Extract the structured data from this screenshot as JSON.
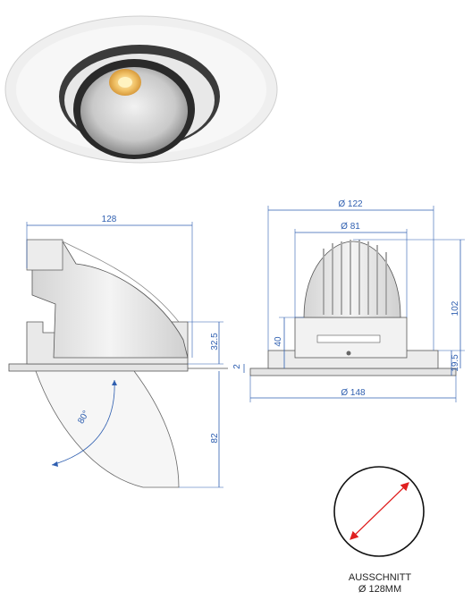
{
  "dimensions": {
    "width_left": "128",
    "height_above_ceiling": "32.5",
    "flange_thickness": "2",
    "recess_depth": "82",
    "tilt_angle": "80°",
    "outer_diameter": "Ø 122",
    "inner_diameter": "Ø 81",
    "total_height": "102",
    "ring_height": "40",
    "side_height": "19.5",
    "flange_diameter": "Ø 148"
  },
  "cutout": {
    "label": "AUSSCHNITT",
    "diameter": "Ø 128MM"
  },
  "colors": {
    "dimension_line": "#2f5fb0",
    "cutout_arrow": "#e02020",
    "outline": "#555555"
  }
}
